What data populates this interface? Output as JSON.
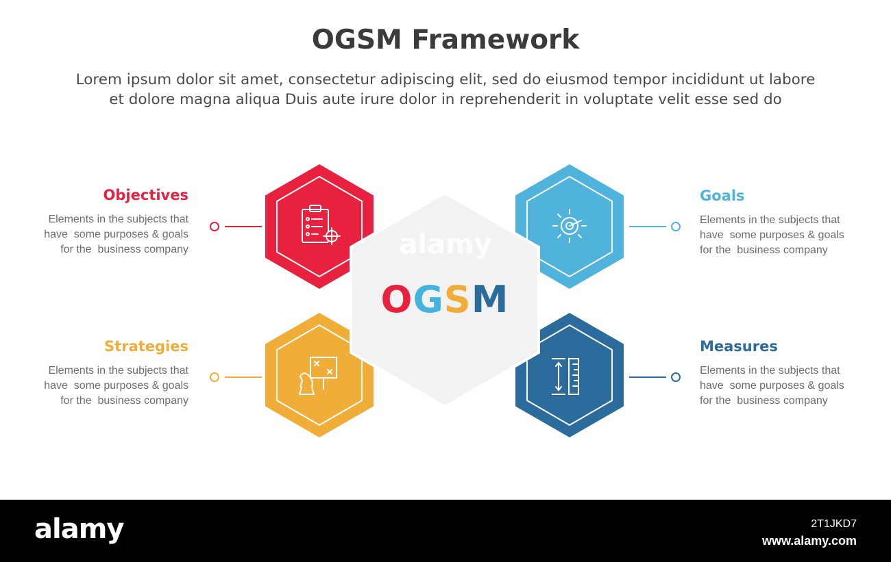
{
  "header": {
    "title": "OGSM Framework",
    "subtitle_lines": [
      "Lorem ipsum dolor sit amet, consectetur adipiscing elit, sed do eiusmod tempor incididunt ut labore",
      "et dolore magna aliqua Duis aute irure dolor in reprehenderit in voluptate velit esse sed do"
    ]
  },
  "center": {
    "letters": [
      {
        "char": "O",
        "color": "#e8213f"
      },
      {
        "char": "G",
        "color": "#45b3dd"
      },
      {
        "char": "S",
        "color": "#f0ae39"
      },
      {
        "char": "M",
        "color": "#2a6c9c"
      }
    ],
    "hex_color": "#f2f2f2"
  },
  "items": {
    "objectives": {
      "title": "Objectives",
      "color": "#e8213f",
      "icon": "clipboard-target-icon",
      "desc_lines": [
        "Elements in the subjects that",
        "have  some purposes & goals",
        "for the  business company"
      ]
    },
    "goals": {
      "title": "Goals",
      "color": "#4fb3dc",
      "icon": "dartboard-target-icon",
      "desc_lines": [
        "Elements in the subjects that",
        "have  some purposes & goals",
        "for the  business company"
      ]
    },
    "strategies": {
      "title": "Strategies",
      "color": "#f0ae39",
      "icon": "chess-strategy-board-icon",
      "desc_lines": [
        "Elements in the subjects that",
        "have  some purposes & goals",
        "for the  business company"
      ]
    },
    "measures": {
      "title": "Measures",
      "color": "#2c6c9c",
      "icon": "ruler-measure-icon",
      "desc_lines": [
        "Elements in the subjects that",
        "have  some purposes & goals",
        "for the  business company"
      ]
    }
  },
  "watermark": {
    "logo": "alamy",
    "image_id": "2T1JKD7",
    "site": "www.alamy.com"
  }
}
